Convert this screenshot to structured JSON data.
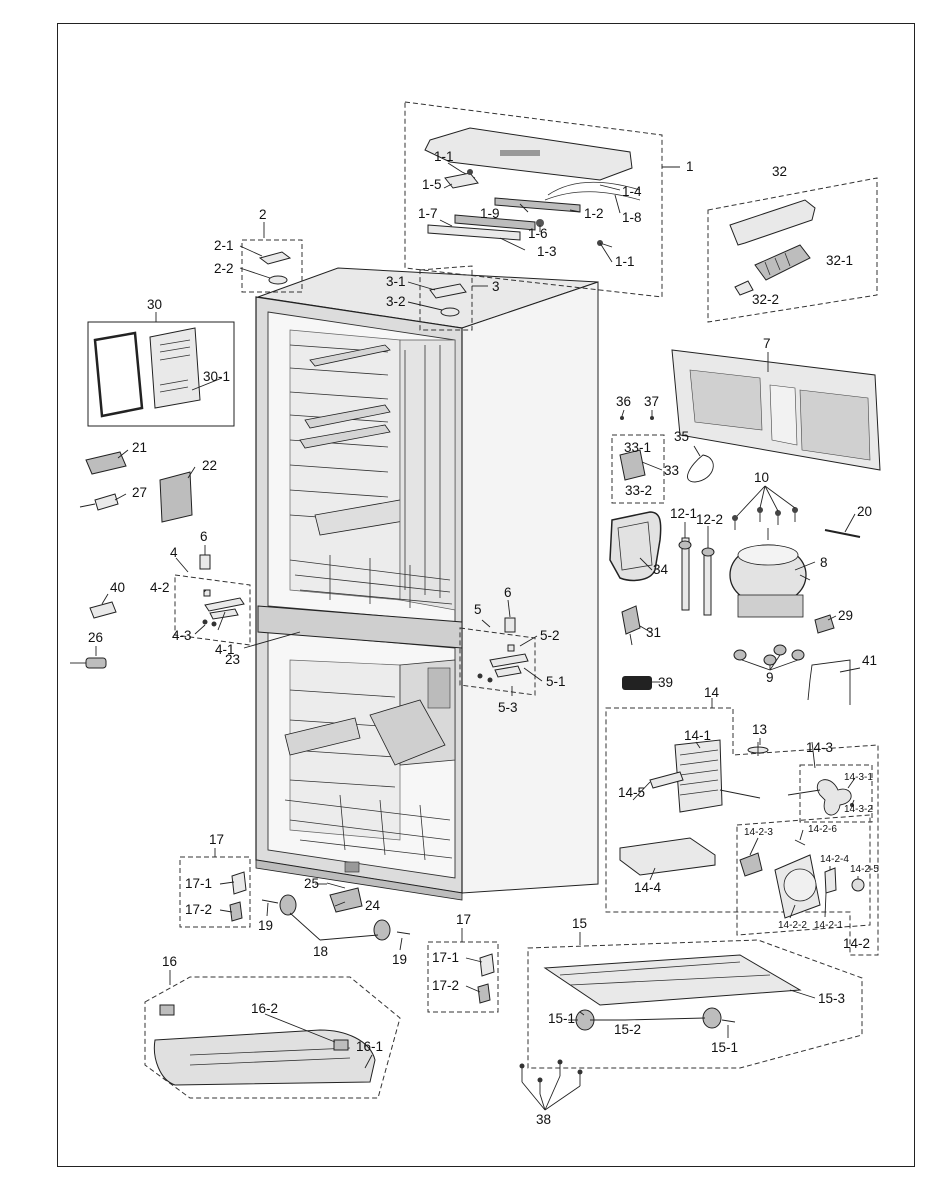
{
  "diagram": {
    "callouts": [
      "1",
      "1-1",
      "1-1",
      "1-2",
      "1-3",
      "1-4",
      "1-5",
      "1-6",
      "1-7",
      "1-8",
      "1-9",
      "2",
      "2-1",
      "2-2",
      "3",
      "3-1",
      "3-2",
      "4",
      "4-1",
      "4-2",
      "4-3",
      "5",
      "5-1",
      "5-2",
      "5-3",
      "6",
      "6",
      "7",
      "8",
      "9",
      "10",
      "12-1",
      "12-2",
      "13",
      "14",
      "14-1",
      "14-2",
      "14-2-1",
      "14-2-2",
      "14-2-3",
      "14-2-4",
      "14-2-5",
      "14-2-6",
      "14-3",
      "14-3-1",
      "14-3-2",
      "14-4",
      "14-5",
      "15",
      "15-1",
      "15-1",
      "15-2",
      "15-3",
      "16",
      "16-1",
      "16-2",
      "17",
      "17",
      "17-1",
      "17-1",
      "17-2",
      "17-2",
      "18",
      "19",
      "19",
      "20",
      "21",
      "22",
      "23",
      "24",
      "25",
      "26",
      "27",
      "29",
      "30",
      "30-1",
      "31",
      "32",
      "32-1",
      "32-2",
      "33",
      "33-1",
      "33-2",
      "34",
      "35",
      "36",
      "37",
      "38",
      "39",
      "40",
      "41"
    ]
  }
}
